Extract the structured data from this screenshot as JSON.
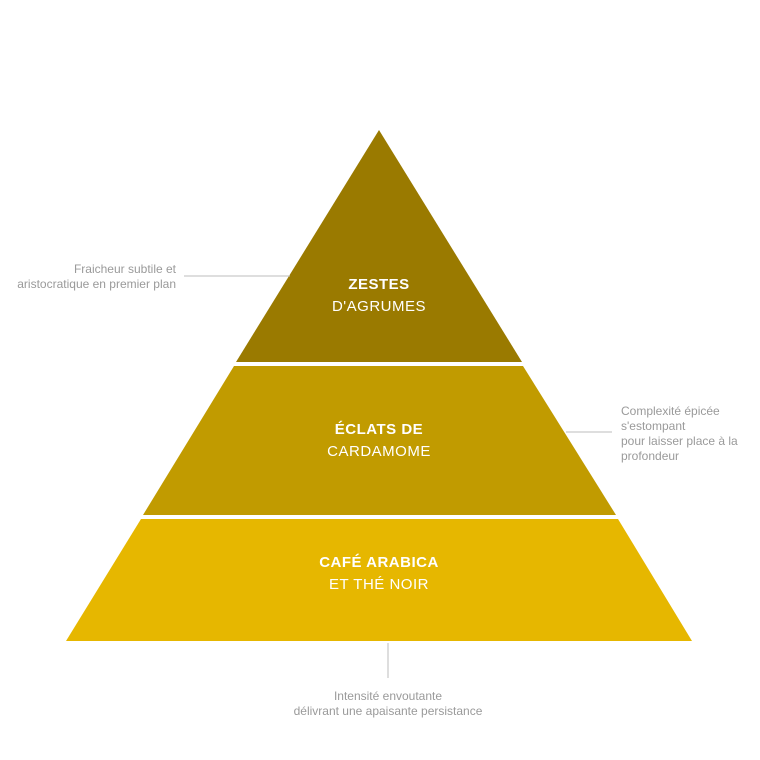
{
  "colors": {
    "top_tier": "#9a7a00",
    "middle_tier": "#c19b00",
    "bottom_tier": "#e6b700",
    "separator": "#ffffff",
    "leader_line": "#bdbdbd",
    "note_text": "#9a9a9a"
  },
  "tiers": [
    {
      "title": "ZESTES",
      "subtitle": "D'AGRUMES"
    },
    {
      "title": "ÉCLATS DE",
      "subtitle": "CARDAMOME"
    },
    {
      "title": "CAFÉ ARABICA",
      "subtitle": "ET THÉ NOIR"
    }
  ],
  "notes": {
    "top": [
      "Fraicheur subtile et",
      "aristocratique en premier plan"
    ],
    "middle": [
      "Complexité épicée",
      "s'estompant",
      "pour laisser place à la",
      "profondeur"
    ],
    "bottom": [
      "Intensité envoutante",
      "délivrant une apaisante persistance"
    ]
  }
}
